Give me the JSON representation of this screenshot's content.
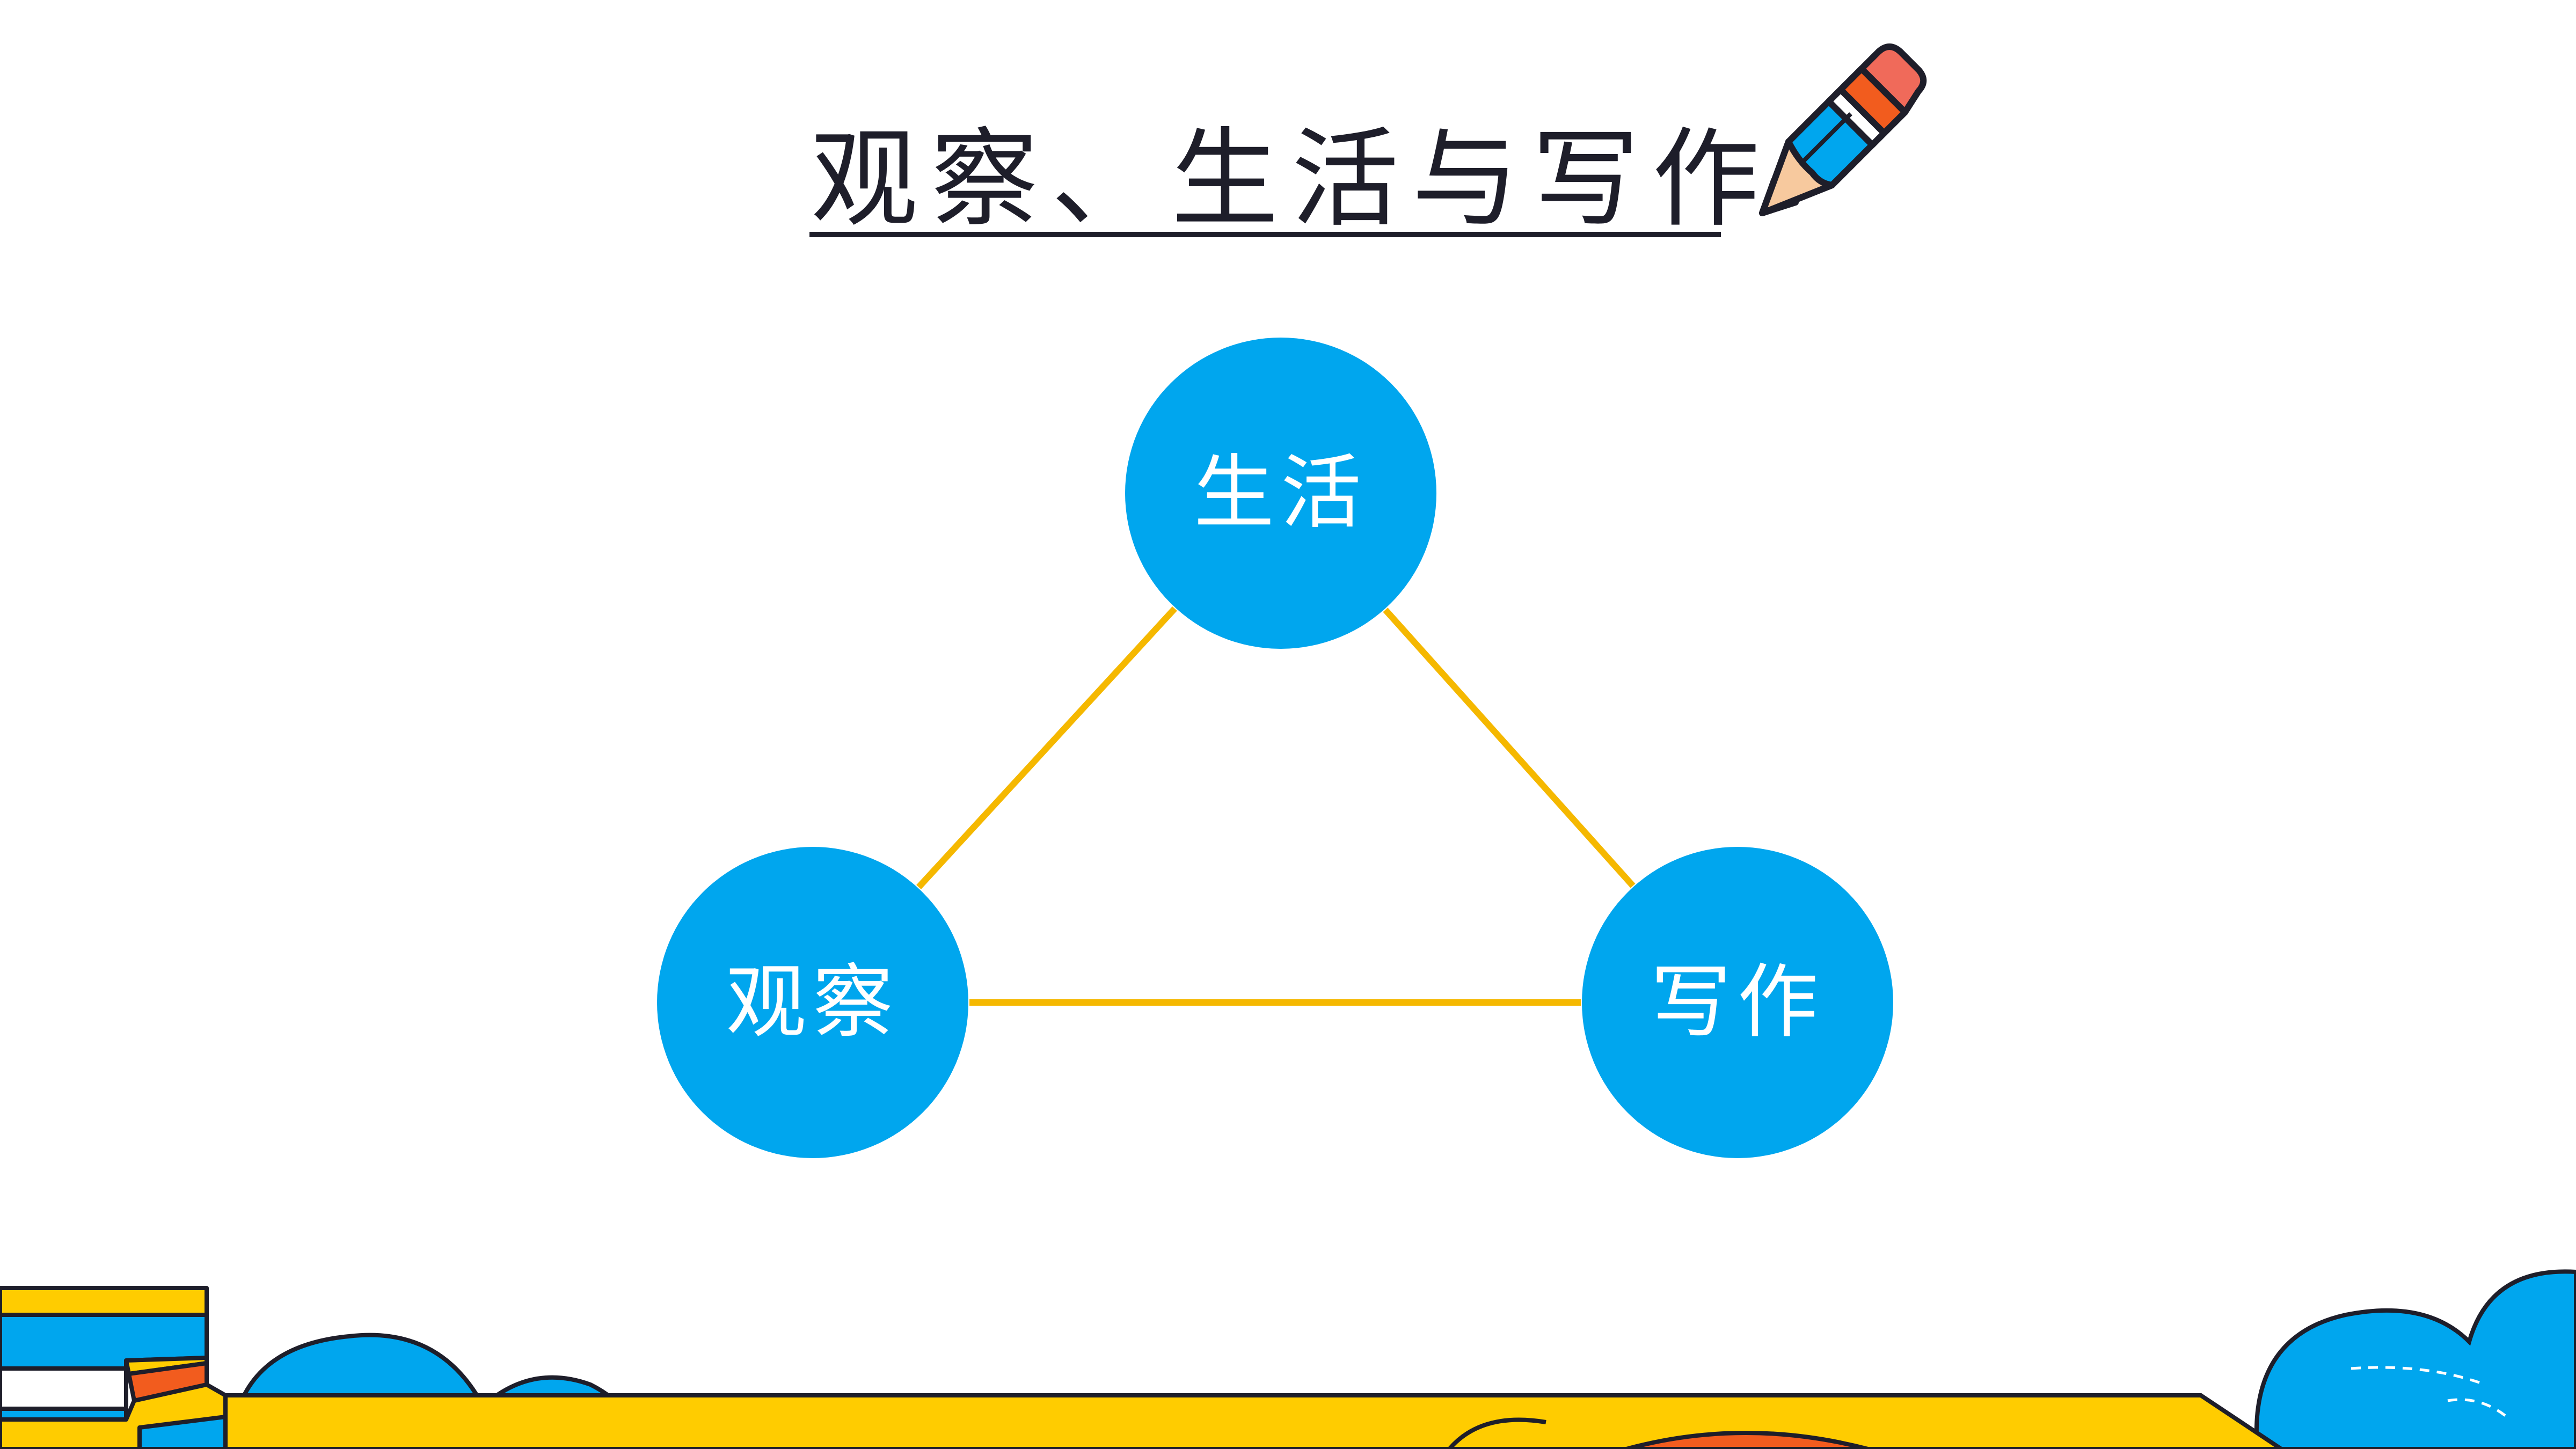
{
  "slide": {
    "title": "观察、生活与写作"
  },
  "diagram": {
    "type": "triangle-relationship",
    "nodes": [
      {
        "id": "top",
        "label": "生活"
      },
      {
        "id": "left",
        "label": "观察"
      },
      {
        "id": "right",
        "label": "写作"
      }
    ],
    "edges": [
      {
        "from": "top",
        "to": "left"
      },
      {
        "from": "top",
        "to": "right"
      },
      {
        "from": "left",
        "to": "right"
      }
    ]
  },
  "icons": [
    "pencil-icon",
    "book-stack-icon",
    "cloud-icon",
    "desk-icon"
  ],
  "colors": {
    "node_fill": "#00A6EE",
    "edge_line": "#F5B800",
    "title_text": "#1E1E2A",
    "desk_yellow": "#FFCC00",
    "accent_orange": "#F25C1E",
    "pencil_red": "#F06A5A",
    "pencil_wood": "#F7C99E"
  }
}
